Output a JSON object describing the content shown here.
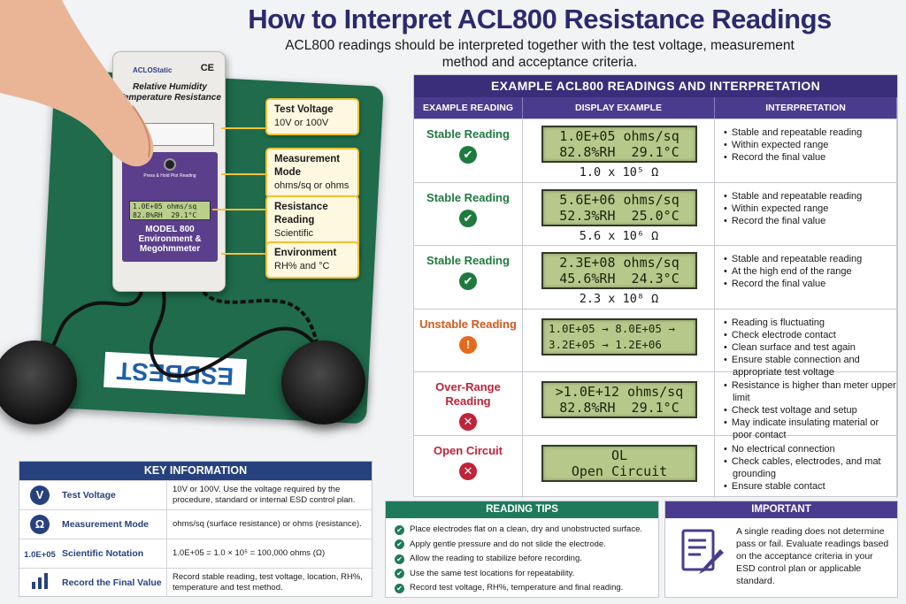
{
  "title": "How to Interpret ACL800 Resistance Readings",
  "subtitle": "ACL800 readings should be interpreted together with the test voltage, measurement method and acceptance criteria.",
  "device": {
    "brand": "ACLOStatic",
    "ce": "CE",
    "name": "Relative Humidity Temperature Resistance",
    "panel_note": "Press & Hold Plot Reading",
    "lcd_line1": "1.0E+05 ohms/sq",
    "lcd_line2": "82.8%RH  29.1°C",
    "model": "MODEL 800 Environment & Megohmmeter",
    "mat_brand": "ESDBEST"
  },
  "callouts": [
    {
      "title": "Test Voltage",
      "text": "10V or 100V"
    },
    {
      "title": "Measurement Mode",
      "text": "ohms/sq or ohms"
    },
    {
      "title": "Resistance Reading",
      "text": "Scientific Notation (Ω)"
    },
    {
      "title": "Environment",
      "text": "RH% and °C"
    }
  ],
  "examples": {
    "header": "EXAMPLE ACL800 READINGS AND INTERPRETATION",
    "columns": [
      "EXAMPLE READING",
      "DISPLAY EXAMPLE",
      "INTERPRETATION"
    ],
    "rows": [
      {
        "label": "Stable Reading",
        "status": "ok",
        "icon": "check-icon",
        "lcd1": "1.0E+05 ohms/sq",
        "lcd2": "82.8%RH  29.1°C",
        "value": "1.0 x 10⁵ Ω",
        "notes": [
          "Stable and repeatable reading",
          "Within expected range",
          "Record the final value"
        ]
      },
      {
        "label": "Stable Reading",
        "status": "ok",
        "icon": "check-icon",
        "lcd1": "5.6E+06 ohms/sq",
        "lcd2": "52.3%RH  25.0°C",
        "value": "5.6 x 10⁶ Ω",
        "notes": [
          "Stable and repeatable reading",
          "Within expected range",
          "Record the final value"
        ]
      },
      {
        "label": "Stable Reading",
        "status": "ok",
        "icon": "check-icon",
        "lcd1": "2.3E+08 ohms/sq",
        "lcd2": "45.6%RH  24.3°C",
        "value": "2.3 x 10⁸ Ω",
        "notes": [
          "Stable and repeatable reading",
          "At the high end of the range",
          "Record the final value"
        ]
      },
      {
        "label": "Unstable Reading",
        "status": "warn",
        "icon": "exclamation-icon",
        "lcd1": "1.0E+05 → 8.0E+05 →",
        "lcd2": "3.2E+05 → 1.2E+06",
        "value": "",
        "notes": [
          "Reading is fluctuating",
          "Check electrode contact",
          "Clean surface and test again",
          "Ensure stable connection and appropriate test voltage"
        ]
      },
      {
        "label": "Over-Range Reading",
        "status": "bad",
        "icon": "x-icon",
        "lcd1": ">1.0E+12 ohms/sq",
        "lcd2": "82.8%RH  29.1°C",
        "value": "",
        "notes": [
          "Resistance is higher than meter upper limit",
          "Check test voltage and setup",
          "May indicate insulating material or poor contact"
        ]
      },
      {
        "label": "Open Circuit",
        "status": "bad",
        "icon": "x-icon",
        "lcd1": "OL",
        "lcd2": "Open Circuit",
        "value": "",
        "notes": [
          "No electrical connection",
          "Check cables, electrodes, and mat grounding",
          "Ensure stable contact"
        ]
      }
    ]
  },
  "key_info": {
    "header": "KEY INFORMATION",
    "rows": [
      {
        "icon": "v-icon",
        "icon_text": "V",
        "name": "Test Voltage",
        "desc": "10V or 100V. Use the voltage required by the procedure, standard or internal ESD control plan."
      },
      {
        "icon": "omega-icon",
        "icon_text": "Ω",
        "name": "Measurement Mode",
        "desc": "ohms/sq (surface resistance) or ohms (resistance)."
      },
      {
        "icon": "notation-icon",
        "icon_text": "1.0E+05",
        "name": "Scientific Notation",
        "desc": "1.0E+05 = 1.0 × 10⁵ = 100,000 ohms (Ω)"
      },
      {
        "icon": "bar-chart-icon",
        "icon_text": "",
        "name": "Record the Final Value",
        "desc": "Record stable reading, test voltage, location, RH%, temperature and test method."
      }
    ]
  },
  "tips": {
    "header": "READING TIPS",
    "items": [
      "Place electrodes flat on a clean, dry and unobstructed surface.",
      "Apply gentle pressure and do not slide the electrode.",
      "Allow the reading to stabilize before recording.",
      "Use the same test locations for repeatability.",
      "Record test voltage, RH%, temperature and final reading."
    ]
  },
  "important": {
    "header": "IMPORTANT",
    "text": "A single reading does not determine pass or fail. Evaluate readings based on the acceptance criteria in your ESD control plan or applicable standard."
  },
  "colors": {
    "title": "#2b2a6e",
    "purple": "#3a2d7a",
    "green": "#1f7a40",
    "orange": "#e56a1c",
    "red": "#c0233a",
    "navy": "#27417f",
    "callout": "#f2c230"
  }
}
